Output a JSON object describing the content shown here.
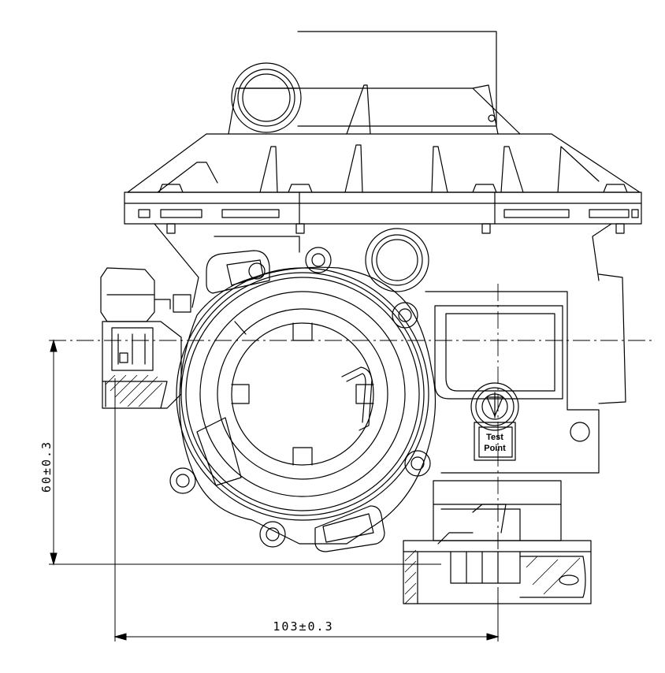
{
  "dimensions": {
    "vertical_label": "60±0.3",
    "horizontal_label": "103±0.3"
  },
  "test_point": {
    "line1": "Test",
    "line2": "Point"
  }
}
